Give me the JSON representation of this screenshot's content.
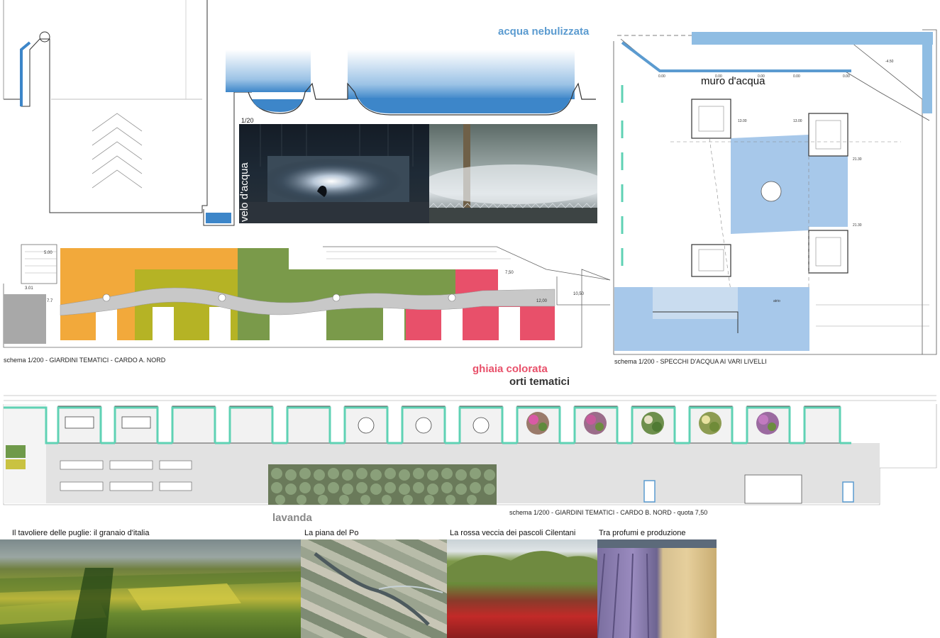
{
  "section_top": {
    "water_mist_label": "acqua nebulizzata",
    "water_veil_label": "velo d'acqua",
    "scale_label": "1/20"
  },
  "plan_right": {
    "water_wall_label": "muro d'acqua",
    "caption": "schema 1/200 - SPECCHI D'ACQUA AI VARI LIVELLI",
    "dims": [
      "0.00",
      "0.00",
      "0.00",
      "0.00",
      "0.00",
      "13.00",
      "13.00",
      "21.30",
      "21.30",
      "-4.50"
    ],
    "atrio_label": "atrio"
  },
  "plan_north": {
    "caption": "schema 1/200 - GIARDINI TEMATICI - CARDO A. NORD",
    "dims": [
      "5.00",
      "3.01",
      "7.7",
      "7,50",
      "10,50",
      "12,00"
    ]
  },
  "labels": {
    "gravel": "ghiaia colorata",
    "gardens": "orti tematici",
    "lavender": "lavanda"
  },
  "plan_long": {
    "caption": "schema 1/200 - GIARDINI TEMATICI - CARDO B. NORD - quota  7,50"
  },
  "photos": [
    {
      "caption": "Il tavoliere delle puglie: il granaio d'italia"
    },
    {
      "caption": "La piana del Po"
    },
    {
      "caption": "La rossa veccia dei pascoli Cilentani"
    },
    {
      "caption": "Tra profumi e produzione"
    }
  ],
  "colors": {
    "water": "#5b9bd0",
    "orange": "#f2a93b",
    "olive": "#b5b325",
    "green": "#7a9a4a",
    "red": "#e8506a",
    "teal": "#5fd2b4"
  }
}
